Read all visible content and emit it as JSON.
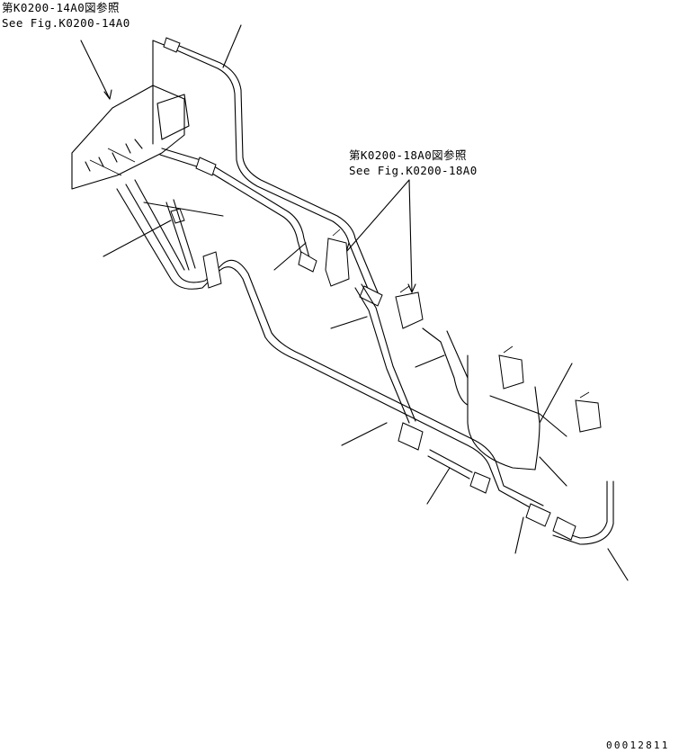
{
  "callouts": {
    "ref_14a0": {
      "line1": "第K0200-14A0図参照",
      "line2": "See Fig.K0200-14A0"
    },
    "ref_18a0": {
      "line1": "第K0200-18A0図参照",
      "line2": "See Fig.K0200-18A0"
    }
  },
  "diagram_id": "00012811"
}
